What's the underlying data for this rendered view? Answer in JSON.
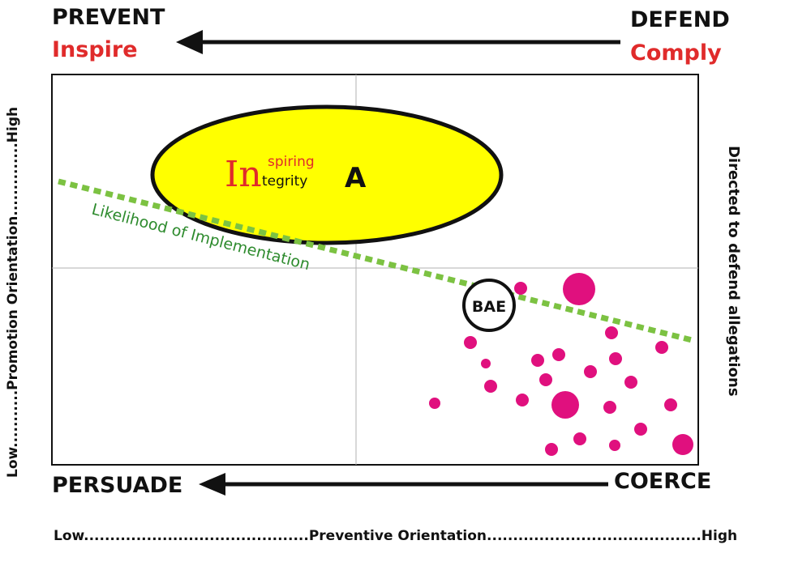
{
  "top": {
    "left_title": "PREVENT",
    "left_subtitle": "Inspire",
    "right_title": "DEFEND",
    "right_subtitle": "Comply"
  },
  "bottom": {
    "left_title": "PERSUADE",
    "right_title": "COERCE"
  },
  "axes": {
    "x_label": "Low...........................................Preventive Orientation.........................................High",
    "y_label": "Low...........Promotion  Orientation..............High",
    "right_label": "Directed to defend allegations"
  },
  "ellipse": {
    "logo_big": "In",
    "logo_top": "spiring",
    "logo_bottom": "tegrity",
    "letter": "A",
    "fill_color": "#ffff00"
  },
  "trend_line": {
    "label": "Likelihood of Implementation",
    "color": "#7cc242"
  },
  "bae_label": "BAE",
  "colors": {
    "dots": "#e0107e",
    "red": "#e02b2b",
    "green": "#2e8b2e"
  }
}
